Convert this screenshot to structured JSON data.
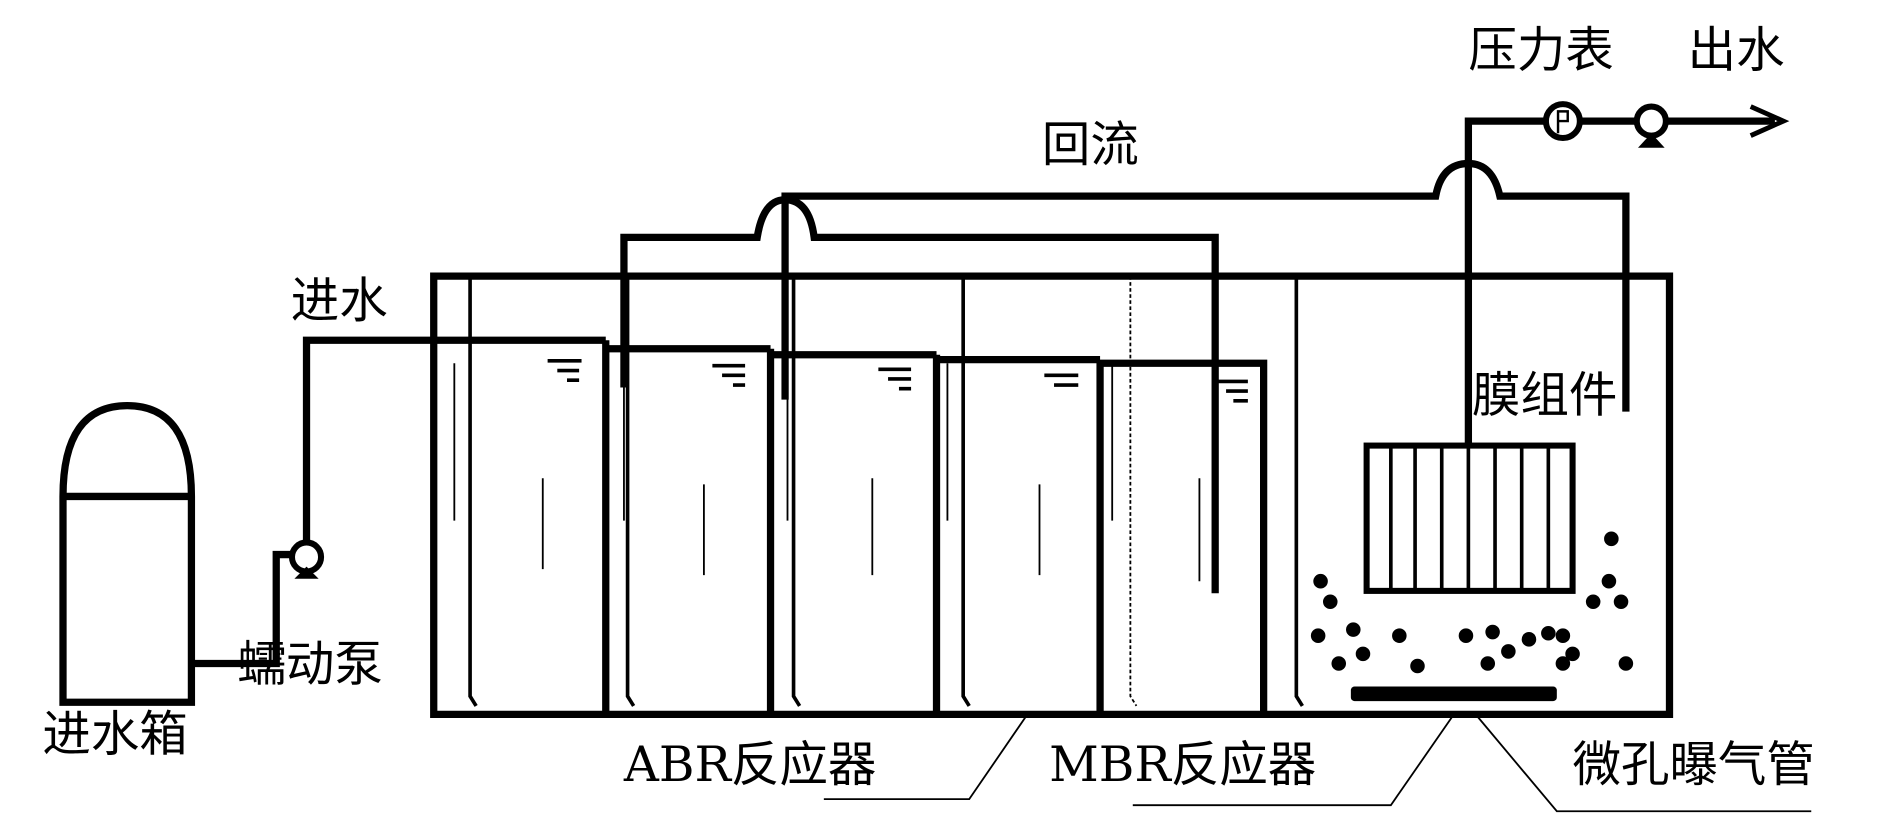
{
  "labels": {
    "feed_tank": "进水箱",
    "peristaltic_pump": "蠕动泵",
    "inflow": "进水",
    "recirculation": "回流",
    "pressure_gauge": "压力表",
    "effluent": "出水",
    "membrane_module": "膜组件",
    "abr_reactor": "ABR反应器",
    "mbr_reactor": "MBR反应器",
    "micro_aerator": "微孔曝气管"
  },
  "colors": {
    "line": "#000000",
    "background": "#ffffff"
  }
}
